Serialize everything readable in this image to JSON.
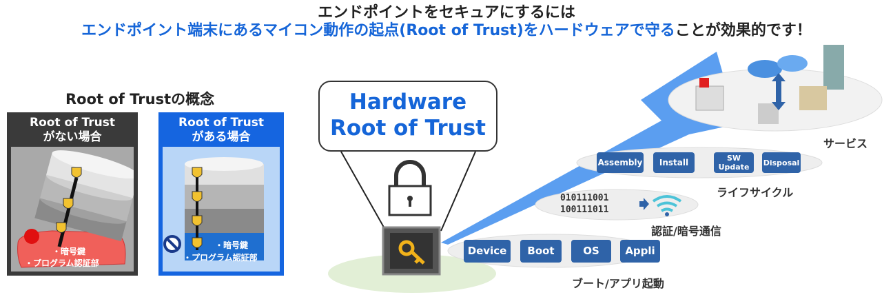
{
  "title": {
    "line1": "エンドポイントをセキュアにするには",
    "line2_blue": "エンドポイント端末にあるマイコン動作の起点(Root of Trust)をハードウェアで守る",
    "line2_black": "ことが効果的です！"
  },
  "concept": {
    "heading": "Root of Trustの概念",
    "without": {
      "line1": "Root of Trust",
      "line2": "がない場合",
      "key": "・暗号鍵",
      "program": "・プログラム認証部"
    },
    "with": {
      "line1": "Root of Trust",
      "line2": "がある場合",
      "key": "・暗号鍵",
      "program": "・プログラム認証部"
    }
  },
  "hardware": {
    "line1": "Hardware",
    "line2": "Root of Trust"
  },
  "service": {
    "label": "サービス"
  },
  "lifecycle": {
    "steps": [
      "Assembly",
      "Install",
      "SW Update",
      "Disposal"
    ],
    "label": "ライフサイクル"
  },
  "comm": {
    "bits1": "010111001",
    "bits2": "100111011",
    "label": "認証/暗号通信"
  },
  "boot": {
    "steps": [
      "Device",
      "Boot",
      "OS",
      "Appli"
    ],
    "label": "ブート/アプリ起動"
  },
  "colors": {
    "accent": "#1565d8",
    "pill": "#2f63a8",
    "arrow": "#5b9ef0",
    "dark_header": "#3a3a3a"
  }
}
